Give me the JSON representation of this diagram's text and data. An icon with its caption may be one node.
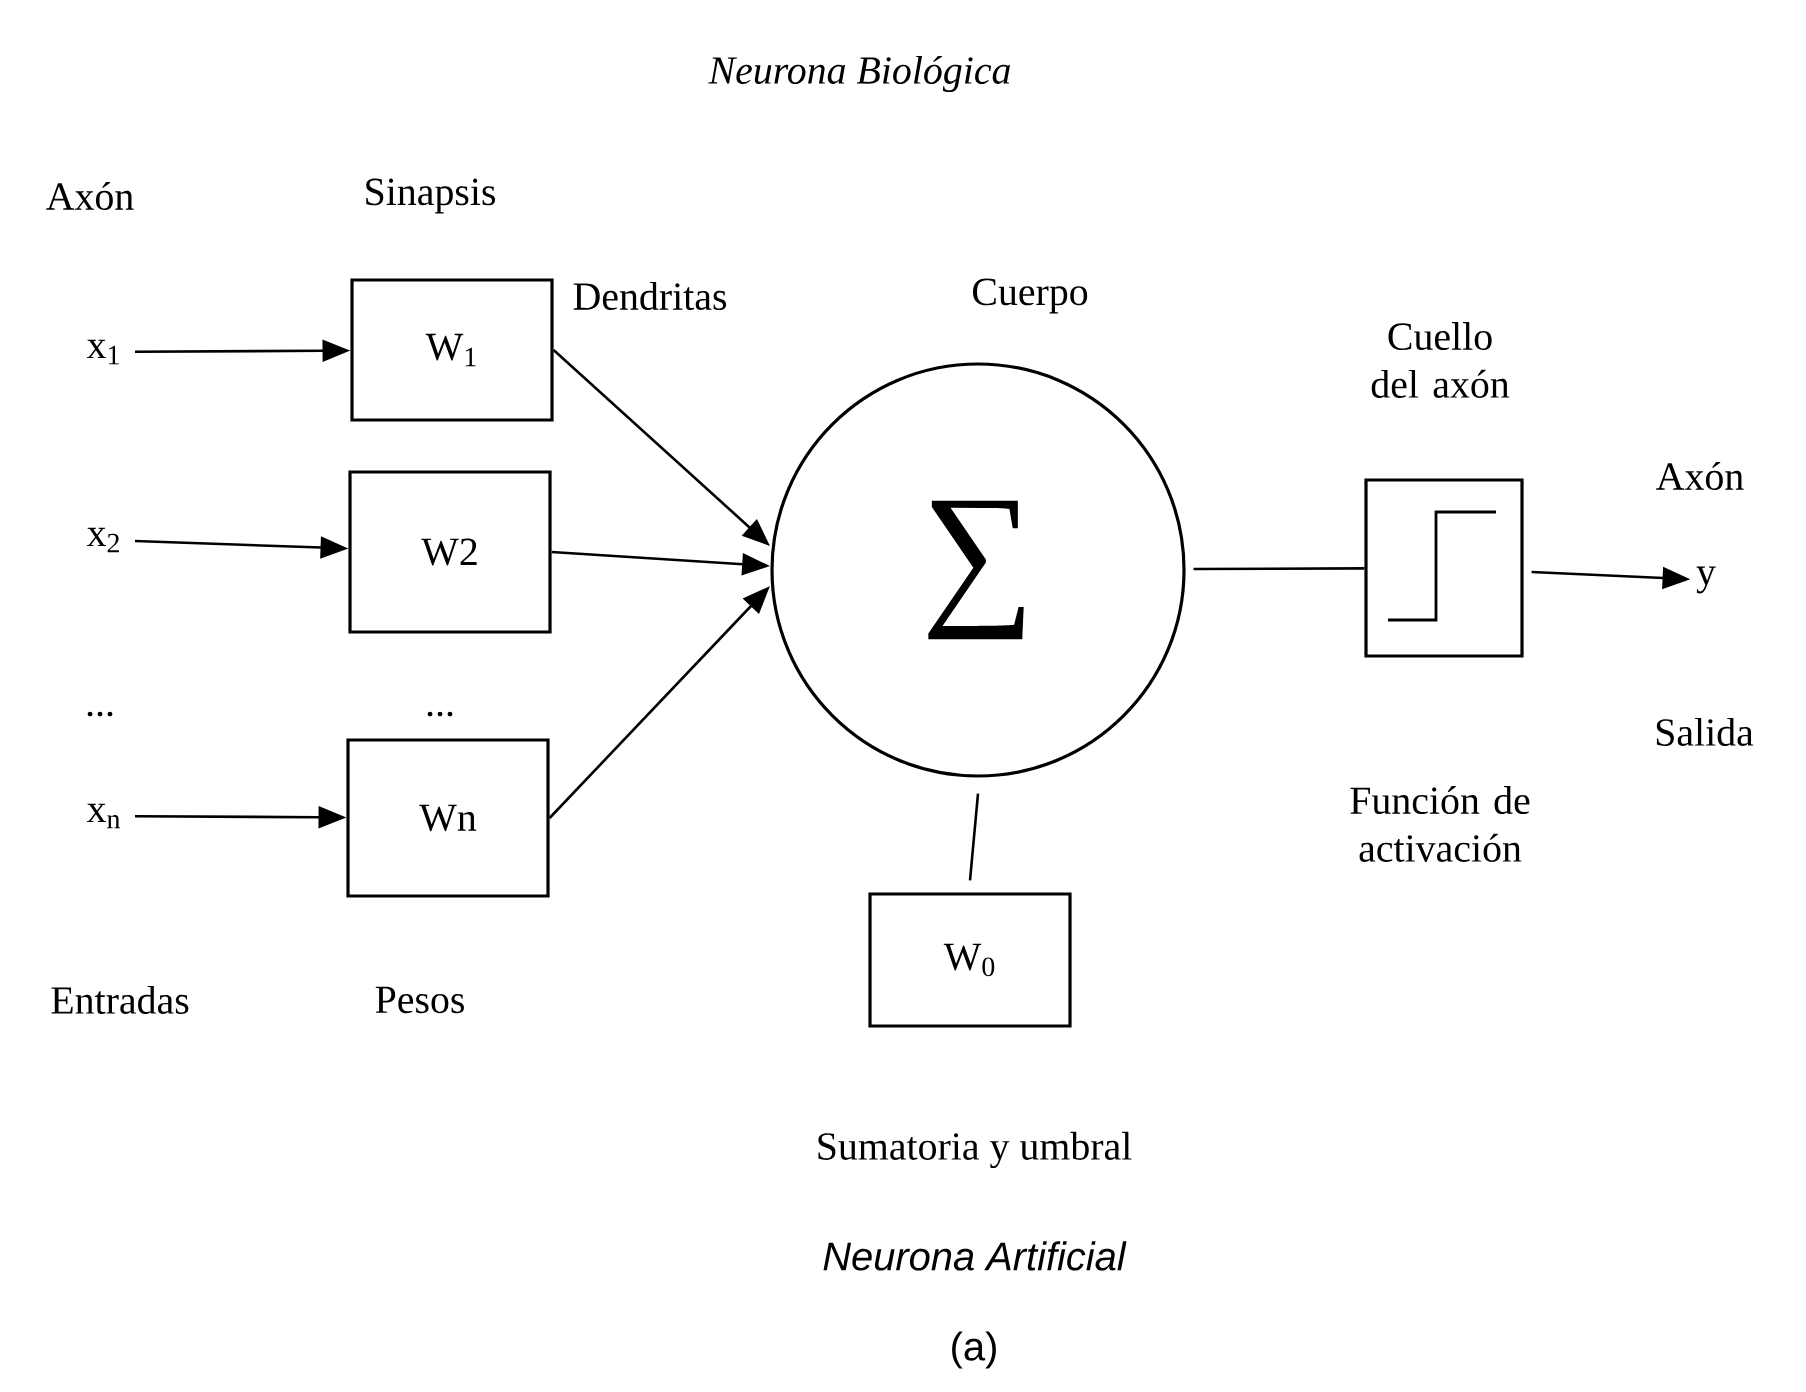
{
  "diagram": {
    "title": "Neurona Biológica",
    "nodes": [
      {
        "text": [
          "x$_{1}$"
        ]
      },
      {
        "text": [
          "x$_{2}$"
        ]
      },
      {
        "text": [
          "x$_{n}$"
        ]
      },
      {
        "text": [
          "W$_{1}$"
        ]
      },
      {
        "text": [
          "W2"
        ]
      },
      {
        "text": [
          "Wn"
        ]
      },
      {
        "text": [
          "∑"
        ]
      },
      {
        "text": [
          "W$_{0}$"
        ]
      },
      {
        "text": [],
        "shape": "box"
      },
      {
        "text": [
          "y"
        ]
      }
    ],
    "edges": [
      {
        "from": 0,
        "to": 3,
        "arrow": "to"
      },
      {
        "from": 1,
        "to": 4,
        "arrow": "to"
      },
      {
        "from": 2,
        "to": 5,
        "arrow": "to"
      },
      {
        "from": 3,
        "to": 6,
        "arrow": "to"
      },
      {
        "from": 4,
        "to": 6,
        "arrow": "to"
      },
      {
        "from": 5,
        "to": 6,
        "arrow": "to"
      },
      {
        "from": 7,
        "to": 6,
        "arrow": "none"
      },
      {
        "from": 6,
        "to": 8,
        "arrow": "none"
      },
      {
        "from": 8,
        "to": 9,
        "arrow": "to"
      }
    ],
    "labels": [
      "Axón",
      "Sinapsis",
      "Dendritas",
      "Cuerpo",
      "Cuello del axón",
      "Axón",
      "...",
      "...",
      "Salida",
      "Función de activación",
      "Entradas",
      "Pesos",
      "Sumatoria y umbral",
      "Neurona Artificial",
      "(a)"
    ]
  }
}
